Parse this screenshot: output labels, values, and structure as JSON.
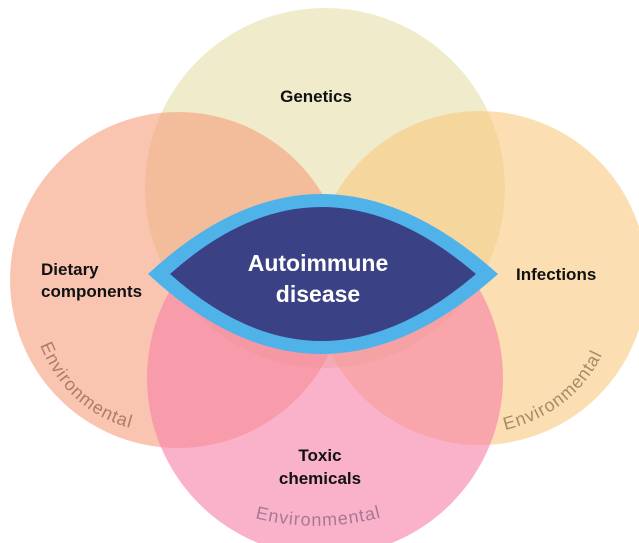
{
  "diagram": {
    "center": {
      "line1": "Autoimmune",
      "line2": "disease"
    },
    "factors": {
      "genetics": {
        "label": "Genetics"
      },
      "dietary": {
        "line1": "Dietary",
        "line2": "components",
        "tag": "Environmental"
      },
      "infections": {
        "label": "Infections",
        "tag": "Environmental"
      },
      "toxic": {
        "line1": "Toxic",
        "line2": "chemicals",
        "tag": "Environmental"
      }
    },
    "colors": {
      "genetics": "#E7E1B3",
      "dietary": "#F6A27F",
      "infections": "#F9CB83",
      "toxic": "#F77FA8",
      "center_fill": "#3B4185",
      "center_ring": "#4FB3EA",
      "env_dietary": "#B07A6B",
      "env_infections": "#A88A66",
      "env_toxic": "#A87893"
    }
  }
}
